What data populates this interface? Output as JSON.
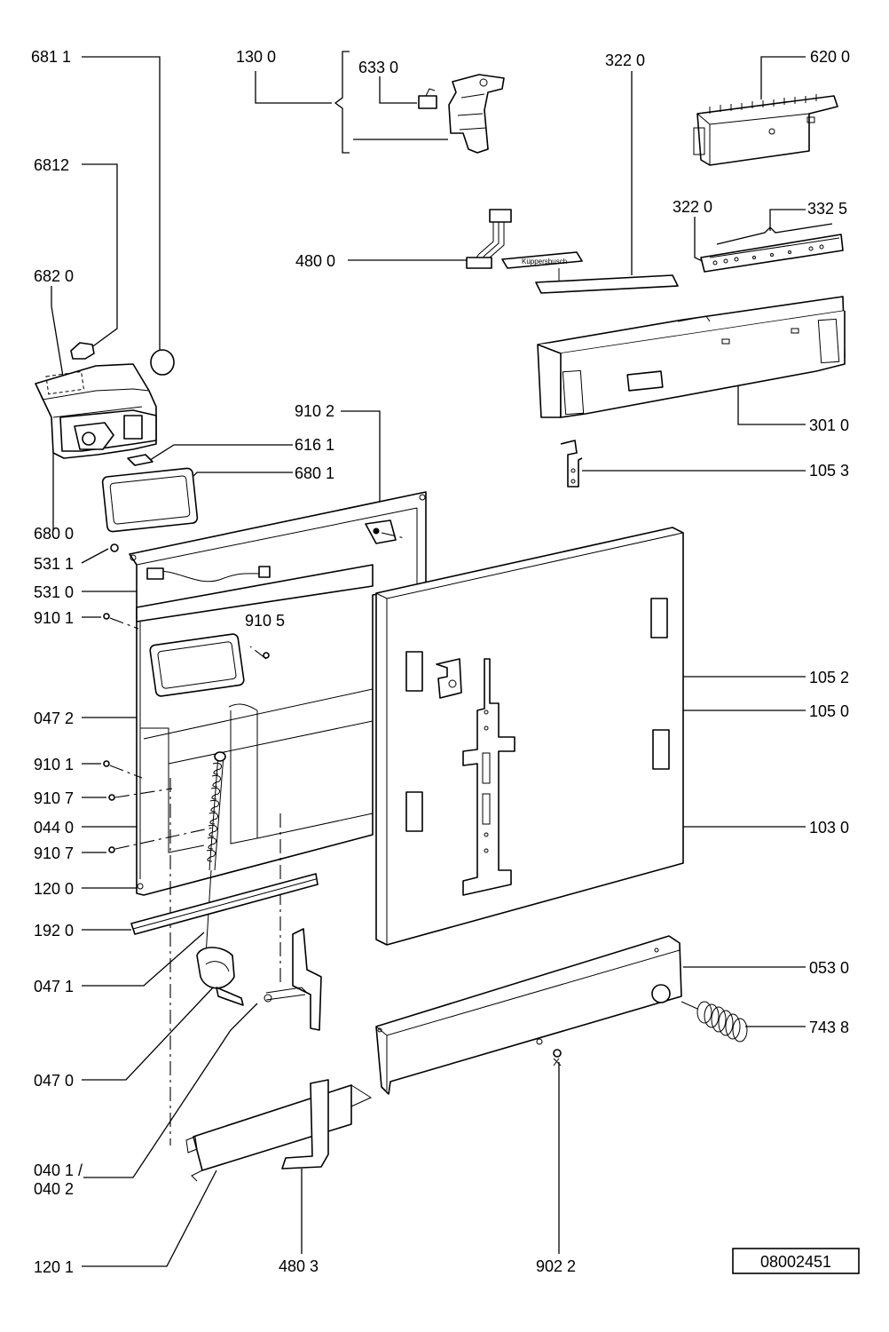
{
  "drawing_number": "08002451",
  "labels": {
    "l6811": "681 1",
    "l6812": "6812",
    "l6820": "682 0",
    "l6800": "680 0",
    "l6161": "616 1",
    "l6801": "680 1",
    "l1300": "130 0",
    "l6330": "633 0",
    "l4800": "480 0",
    "l3220a": "322 0",
    "l6200": "620 0",
    "l3220b": "322  0",
    "l3325": "332  5",
    "l3010": "301 0",
    "l1053": "105 3",
    "l9102": "910 2",
    "l5311": "531 1",
    "l5310": "531 0",
    "l9101a": "910 1",
    "l9105": "910 5",
    "l0472": "047 2",
    "l9101b": "910 1",
    "l9107a": "910 7",
    "l0440": "044 0",
    "l9107b": "910 7",
    "l1200": "120 0",
    "l1920": "192 0",
    "l0471": "047 1",
    "l0470": "047 0",
    "l0401": "040 1 /",
    "l0402": "040 2",
    "l1201": "120 1",
    "l4803": "480 3",
    "l9022": "902 2",
    "l1052": "105 2",
    "l1050": "105 0",
    "l1030": "103 0",
    "l0530": "053 0",
    "l7438": "743 8"
  },
  "brand_plate_text": "Küppersbusch"
}
